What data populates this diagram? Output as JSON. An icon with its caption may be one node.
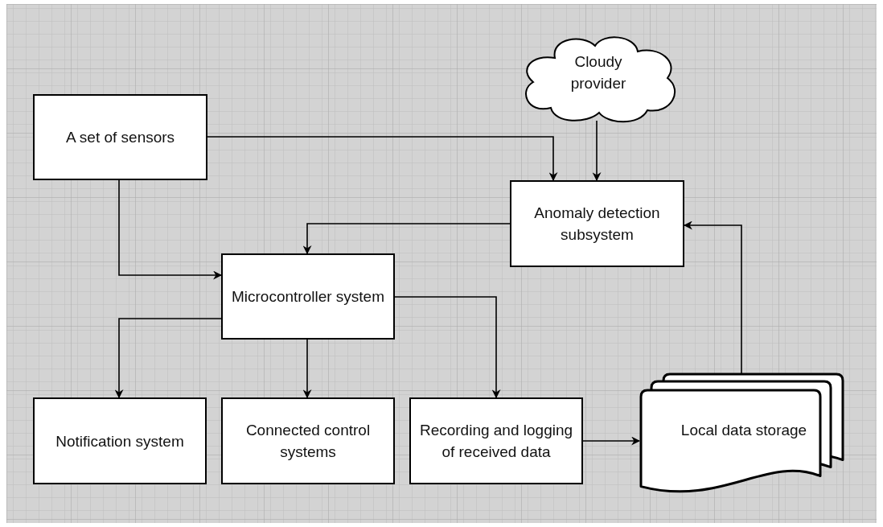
{
  "diagram": {
    "nodes": [
      {
        "text": [
          "A set of sensors"
        ]
      },
      {
        "text": [
          "Cloudy provider"
        ]
      },
      {
        "text": [
          "Anomaly detection subsystem"
        ]
      },
      {
        "text": [
          "Microcontroller system"
        ]
      },
      {
        "text": [
          "Notification system"
        ]
      },
      {
        "text": [
          "Connected control systems"
        ]
      },
      {
        "text": [
          "Recording and logging of received data"
        ]
      },
      {
        "text": [
          "Local data storage"
        ]
      }
    ],
    "edges": [
      {
        "from": 0,
        "to": 2,
        "arrow": "to"
      },
      {
        "from": 1,
        "to": 2,
        "arrow": "to"
      },
      {
        "from": 2,
        "to": 3,
        "arrow": "to"
      },
      {
        "from": 0,
        "to": 3,
        "arrow": "to"
      },
      {
        "from": 3,
        "to": 4,
        "arrow": "to"
      },
      {
        "from": 3,
        "to": 5,
        "arrow": "to"
      },
      {
        "from": 3,
        "to": 6,
        "arrow": "to"
      },
      {
        "from": 6,
        "to": 7,
        "arrow": "to"
      },
      {
        "from": 7,
        "to": 2,
        "arrow": "to"
      }
    ]
  }
}
